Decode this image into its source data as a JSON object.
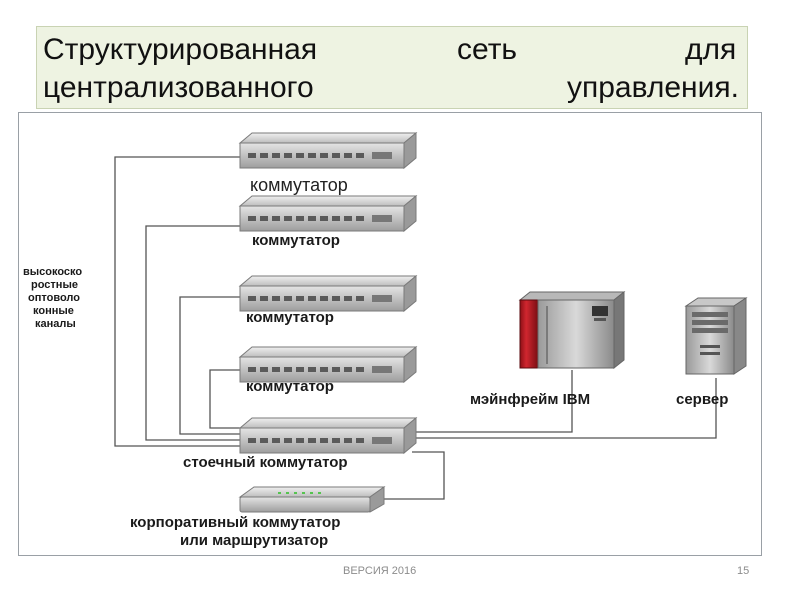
{
  "title": {
    "line1": [
      "Структурированная",
      "сеть",
      "для"
    ],
    "line2": [
      "централизованного",
      "управления."
    ]
  },
  "diagram": {
    "backbone_label": [
      "высокоско",
      "ростные",
      "оптоволо",
      "конные",
      "каналы"
    ],
    "switch_top_label": "коммутатор",
    "switch_labels": [
      "коммутатор",
      "коммутатор",
      "коммутатор"
    ],
    "rack_switch_label": "стоечный коммутатор",
    "corporate_label": [
      "корпоративный коммутатор",
      "или маршрутизатор"
    ],
    "mainframe_label": "мэйнфрейм IBM",
    "server_label": "сервер",
    "colors": {
      "device_body": "#d7d7d7",
      "device_edge": "#7a7a7a",
      "mainframe_accent": "#c0202a",
      "lines": "#555555",
      "title_bg": "#eef3e2"
    }
  },
  "footer": {
    "version": "ВЕРСИЯ 2016",
    "page": "15"
  }
}
